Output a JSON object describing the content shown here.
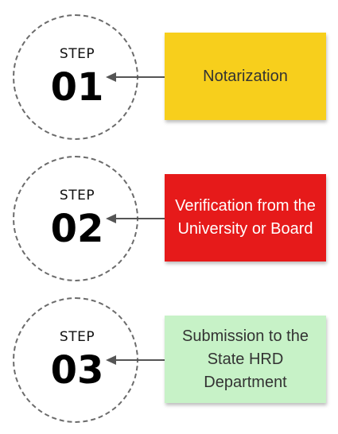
{
  "steps": [
    {
      "step_label": "STEP",
      "number": "01",
      "description": "Notarization",
      "box_color": "#f7cf1c",
      "text_color": "#333333"
    },
    {
      "step_label": "STEP",
      "number": "02",
      "description": "Verification from the University or Board",
      "box_color": "#e61a1a",
      "text_color": "#ffffff"
    },
    {
      "step_label": "STEP",
      "number": "03",
      "description": "Submission to the State HRD Department",
      "box_color": "#c7f2c7",
      "text_color": "#333333"
    }
  ],
  "colors": {
    "dashed_circle": "#6b6b6b",
    "arrow": "#555555"
  }
}
